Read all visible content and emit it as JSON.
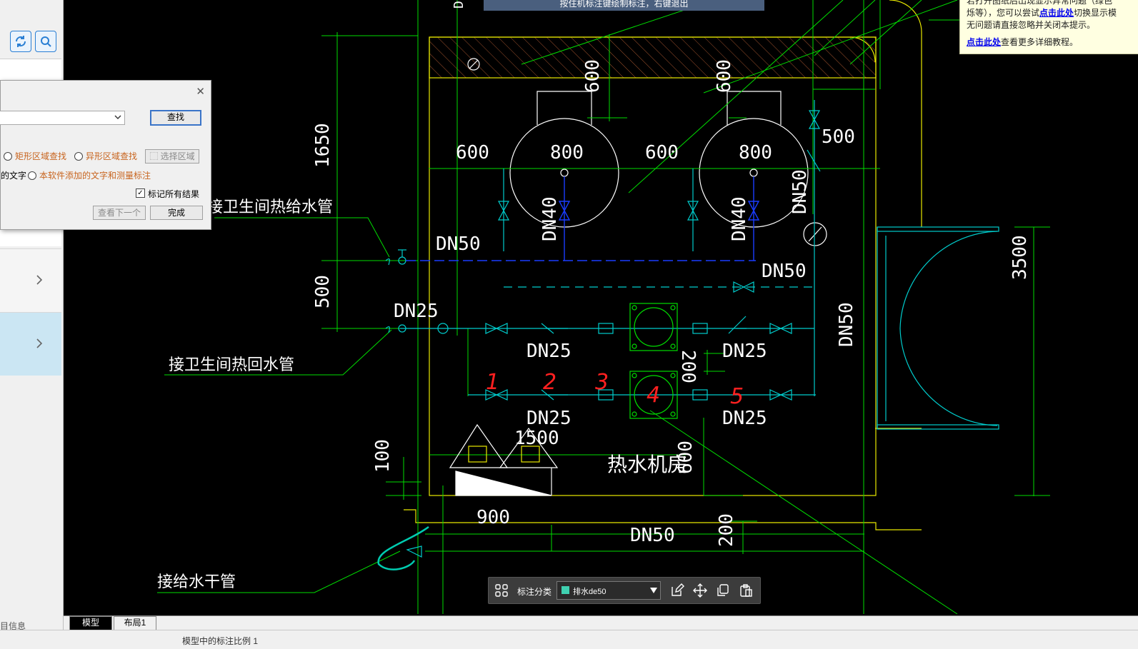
{
  "colors": {
    "cad_bg": "#000000",
    "green": "#00dd00",
    "yellow": "#e8e800",
    "cyan": "#00cccc",
    "blue": "#1a3cff",
    "red": "#ff2020",
    "white": "#ffffff"
  },
  "sidebar": {
    "sync_icon": "sync-icon",
    "search_icon": "search-icon",
    "info_text": "目信息"
  },
  "dialog": {
    "find_button": "查找",
    "radio_rect": "矩形区域查找",
    "radio_irregular": "异形区域查找",
    "select_area_button": "选择区域",
    "label_text_left": "的文字",
    "radio_software": "本软件添加的文字和测量标注",
    "checkbox_mark_all": "标记所有结果",
    "view_next_button": "查看下一个",
    "done_button": "完成"
  },
  "banner": {
    "text": "按住机标注键绘制标注，右键退出"
  },
  "hint": {
    "line1_pre": "若打开图纸后出现显示异常问题（绿色",
    "line2_pre": "烁等），您可以尝试",
    "line2_link": "点击此处",
    "line2_post": "切换显示模",
    "line3": "无问题请直接忽略并关闭本提示。",
    "line4_link": "点击此处",
    "line4_post": "查看更多详细教程。"
  },
  "cad": {
    "dims": {
      "d600a": "600",
      "d800a": "800",
      "d600b": "600",
      "d800b": "800",
      "d600v1": "600",
      "d600v2": "600",
      "d500": "500",
      "d1650": "1650",
      "d500v": "500",
      "d100": "100",
      "d3500": "3500",
      "d900": "900",
      "d1500": "1500",
      "d200a": "200",
      "d200b": "200",
      "d600c": "600"
    },
    "pipes": {
      "dn50a": "DN50",
      "dn50b": "DN50",
      "dn50c": "DN50",
      "dn50d": "DN50",
      "dn50e": "DN50",
      "dn40a": "DN40",
      "dn40b": "DN40",
      "dn25a": "DN25",
      "dn25b": "DN25",
      "dn25c": "DN25",
      "dn25d": "DN25",
      "dn25e": "DN25"
    },
    "labels": {
      "hot_supply": "接卫生间热给水管",
      "hot_return": "接卫生间热回水管",
      "water_main": "接给水干管",
      "room": "热水机房"
    },
    "handwritten": {
      "n1": "1",
      "n2": "2",
      "n3": "3",
      "n4": "4",
      "n5": "5"
    }
  },
  "annotation_toolbar": {
    "grid_icon": "grid-icon",
    "label": "标注分类",
    "selected": "排水de50"
  },
  "tabs": {
    "model": "模型",
    "layout1": "布局1"
  },
  "status": {
    "text": "模型中的标注比例 1"
  }
}
